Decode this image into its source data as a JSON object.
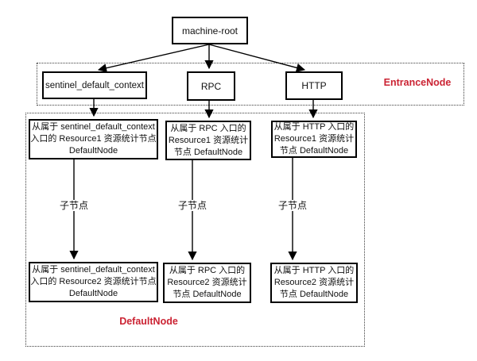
{
  "colors": {
    "group_label_red": "#cb2333",
    "node_border": "#000000",
    "edge_line": "#000000",
    "background": "#ffffff"
  },
  "root": {
    "label": "machine-root"
  },
  "group_entrance": {
    "label": "EntranceNode"
  },
  "group_default": {
    "label": "DefaultNode"
  },
  "entrance_nodes": [
    {
      "label": "sentinel_default_context"
    },
    {
      "label": "RPC"
    },
    {
      "label": "HTTP"
    }
  ],
  "resource1_nodes": [
    {
      "lines": [
        "从属于 sentinel_default_context",
        "入口的 Resource1 资源统计节点",
        "DefaultNode"
      ]
    },
    {
      "lines": [
        "从属于 RPC 入口的",
        "Resource1 资源统计",
        "节点 DefaultNode"
      ]
    },
    {
      "lines": [
        "从属于 HTTP 入口的",
        "Resource1 资源统计",
        "节点 DefaultNode"
      ]
    }
  ],
  "resource2_nodes": [
    {
      "lines": [
        "从属于 sentinel_default_context",
        "入口的 Resource2 资源统计节点",
        "DefaultNode"
      ]
    },
    {
      "lines": [
        "从属于 RPC 入口的",
        "Resource2 资源统计",
        "节点 DefaultNode"
      ]
    },
    {
      "lines": [
        "从属于 HTTP 入口的",
        "Resource2 资源统计",
        "节点 DefaultNode"
      ]
    }
  ],
  "edge_labels": [
    {
      "text": "子节点"
    },
    {
      "text": "子节点"
    },
    {
      "text": "子节点"
    }
  ]
}
